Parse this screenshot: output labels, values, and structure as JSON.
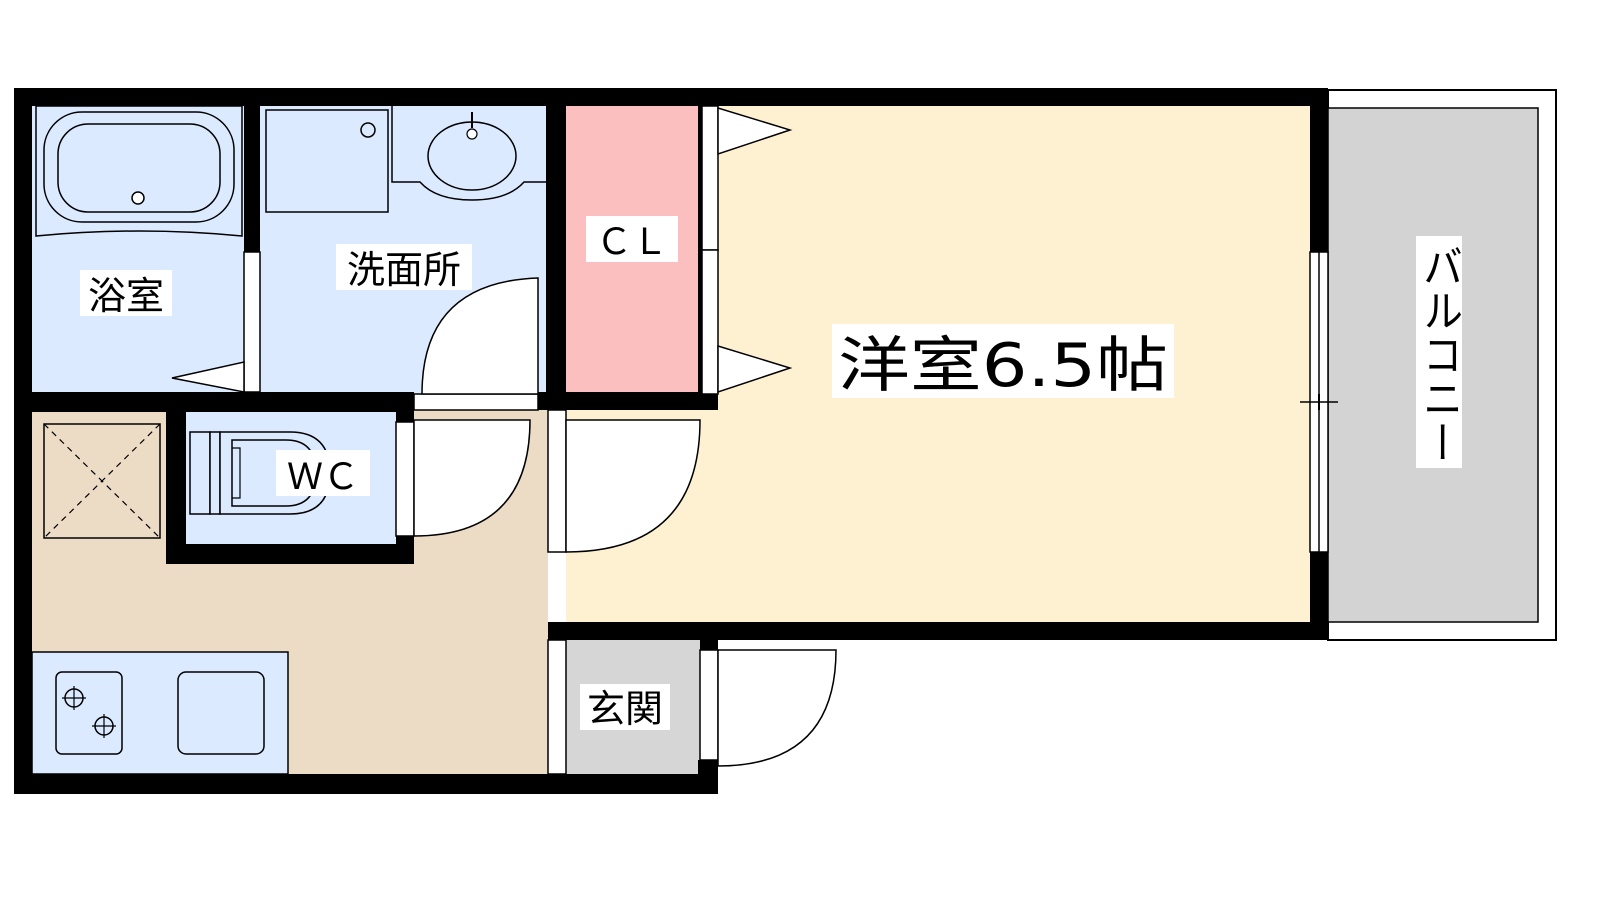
{
  "rooms": {
    "bath": "浴室",
    "washroom": "洗面所",
    "closet": "ＣＬ",
    "western_room": "洋室6.5帖",
    "balcony": "バルコニー",
    "wc": "ＷＣ",
    "entrance": "玄関"
  },
  "colors": {
    "wet_area": "#dbeafe",
    "closet": "#fbbfbf",
    "western_room": "#fdf1d2",
    "kitchen": "#eddcc5",
    "balcony": "#d3d3d3",
    "entrance": "#d6d6d6",
    "wall": "#000000"
  }
}
